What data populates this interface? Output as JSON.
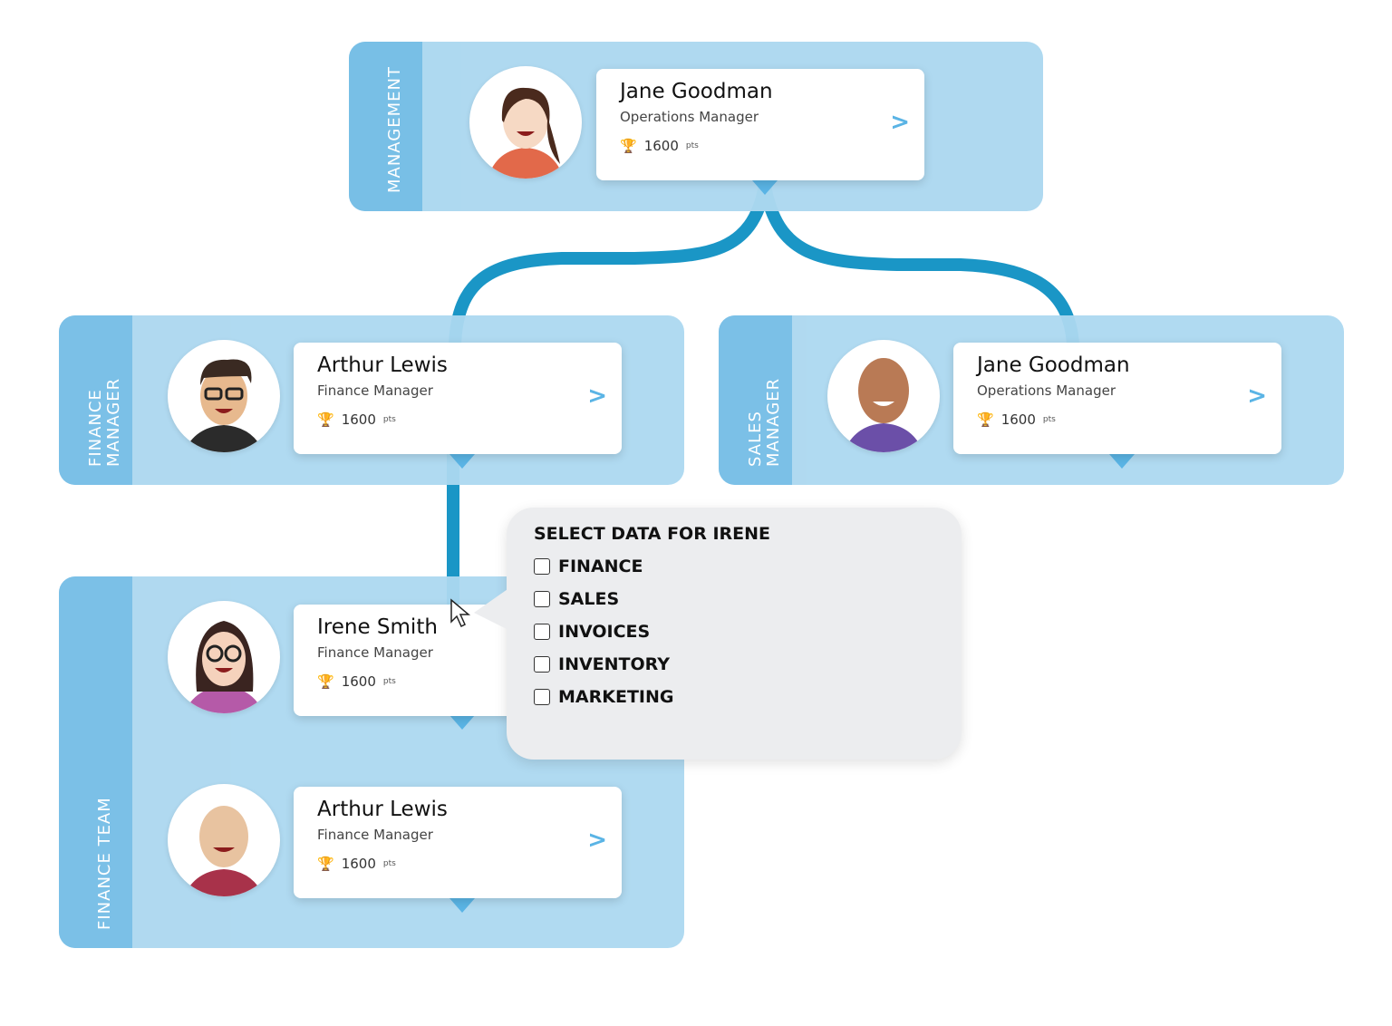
{
  "panels": {
    "management": "MANAGEMENT",
    "finance_manager": "FINANCE MANAGER",
    "sales_manager": "SALES MANAGER",
    "finance_team": "FINANCE TEAM"
  },
  "cards": [
    {
      "name": "Jane Goodman",
      "role": "Operations Manager",
      "points": "1600",
      "unit": "pts"
    },
    {
      "name": "Arthur Lewis",
      "role": "Finance Manager",
      "points": "1600",
      "unit": "pts"
    },
    {
      "name": "Jane Goodman",
      "role": "Operations Manager",
      "points": "1600",
      "unit": "pts"
    },
    {
      "name": "Irene Smith",
      "role": "Finance Manager",
      "points": "1600",
      "unit": "pts"
    },
    {
      "name": "Arthur Lewis",
      "role": "Finance Manager",
      "points": "1600",
      "unit": "pts"
    }
  ],
  "chevron": ">",
  "popup": {
    "title": "SELECT DATA FOR IRENE",
    "options": [
      "FINANCE",
      "SALES",
      "INVOICES",
      "INVENTORY",
      "MARKETING"
    ]
  },
  "colors": {
    "panel": "#acd8f0",
    "sidebar": "#74bde6",
    "connector": "#1a96c6"
  }
}
